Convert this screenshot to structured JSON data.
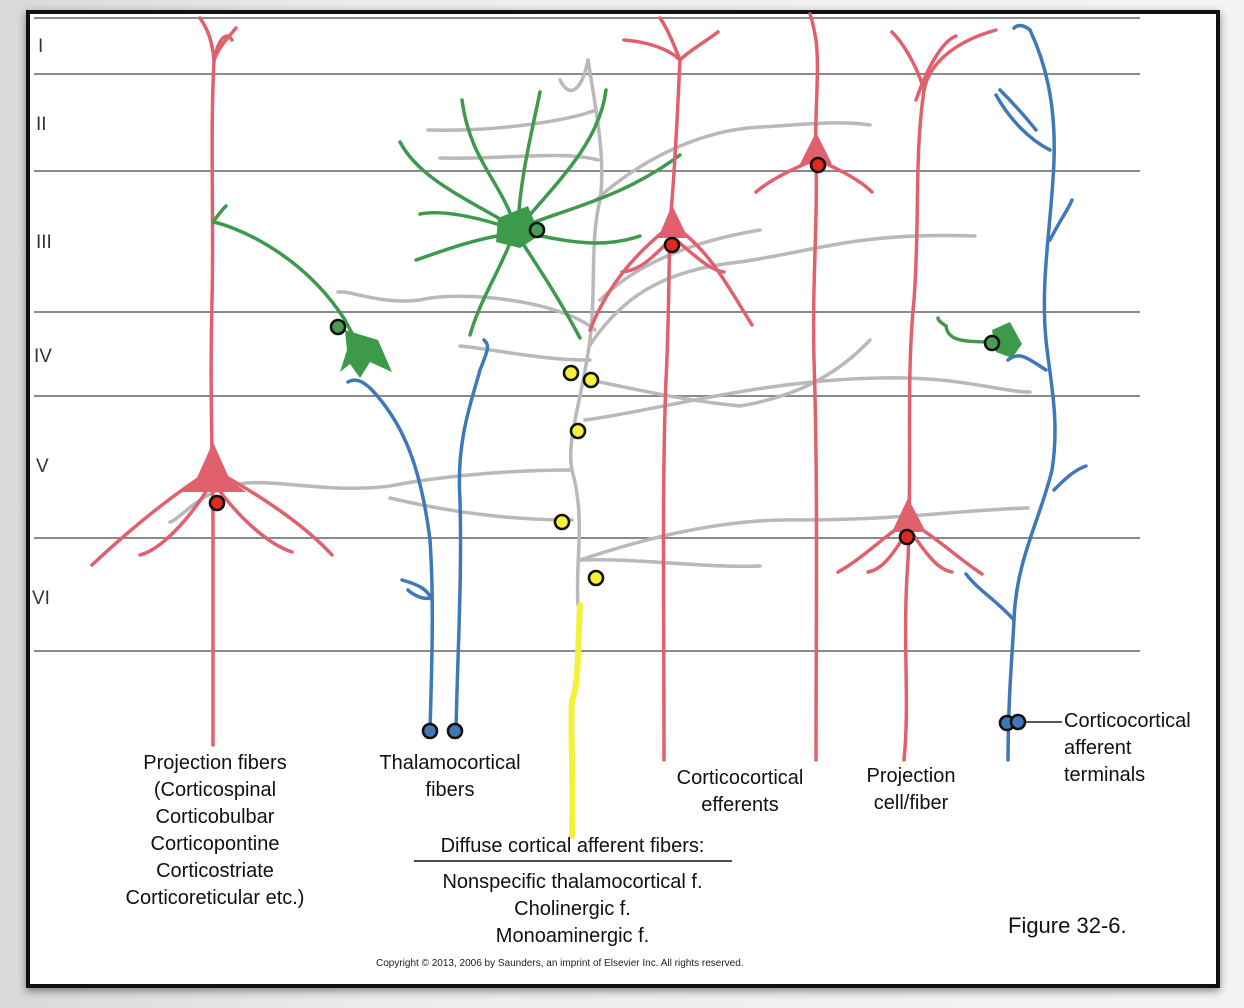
{
  "layers": [
    "I",
    "II",
    "III",
    "IV",
    "V",
    "VI"
  ],
  "labels": {
    "projection_fibers": [
      "Projection fibers",
      "(Corticospinal",
      "Corticobulbar",
      "Corticopontine",
      "Corticostriate",
      "Corticoreticular etc.)"
    ],
    "thalamocortical": [
      "Thalamocortical",
      "fibers"
    ],
    "diffuse_heading": "Diffuse cortical afferent fibers:",
    "diffuse_items": [
      "Nonspecific thalamocortical f.",
      "Cholinergic f.",
      "Monoaminergic f."
    ],
    "corticocortical_efferents": [
      "Corticocortical",
      "efferents"
    ],
    "projection_cell": [
      "Projection",
      "cell/fiber"
    ],
    "corticocortical_afferent": [
      "Corticocortical",
      "afferent",
      "terminals"
    ]
  },
  "figure_number": "Figure 32-6.",
  "copyright": "Copyright © 2013, 2006 by Saunders, an imprint of Elsevier Inc. All rights reserved.",
  "colors": {
    "pyramidal": "#e0606e",
    "stellate": "#3d9a4a",
    "afferent": "#3f78b8",
    "diffuse": "#b9b9b9",
    "highlight": "#f5f03a",
    "layer_line": "#8a8a8a"
  }
}
